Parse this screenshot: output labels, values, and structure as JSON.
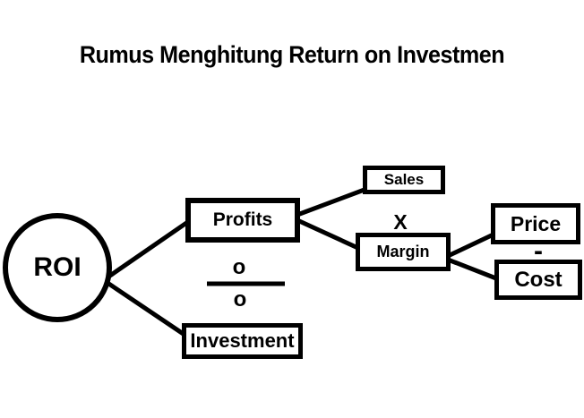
{
  "title": "Rumus Menghitung Return on Investmen",
  "nodes": {
    "roi": "ROI",
    "profits": "Profits",
    "investment": "Investment",
    "sales": "Sales",
    "margin": "Margin",
    "price": "Price",
    "cost": "Cost"
  },
  "operators": {
    "fraction_numerator": "o",
    "fraction_denominator": "o",
    "multiply": "X",
    "subtract": "-"
  },
  "colors": {
    "ink": "#000000",
    "background": "#ffffff"
  }
}
